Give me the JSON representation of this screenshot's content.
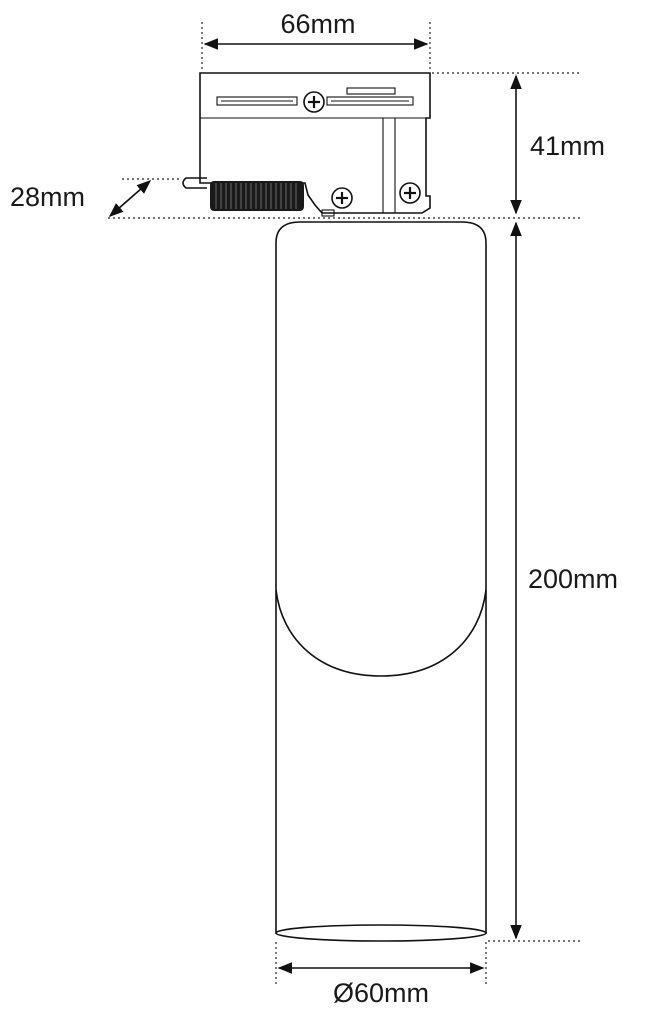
{
  "dimensions": {
    "width": "66mm",
    "adapter_height": "41mm",
    "knob_depth": "28mm",
    "body_height": "200mm",
    "diameter": "Ø60mm"
  }
}
